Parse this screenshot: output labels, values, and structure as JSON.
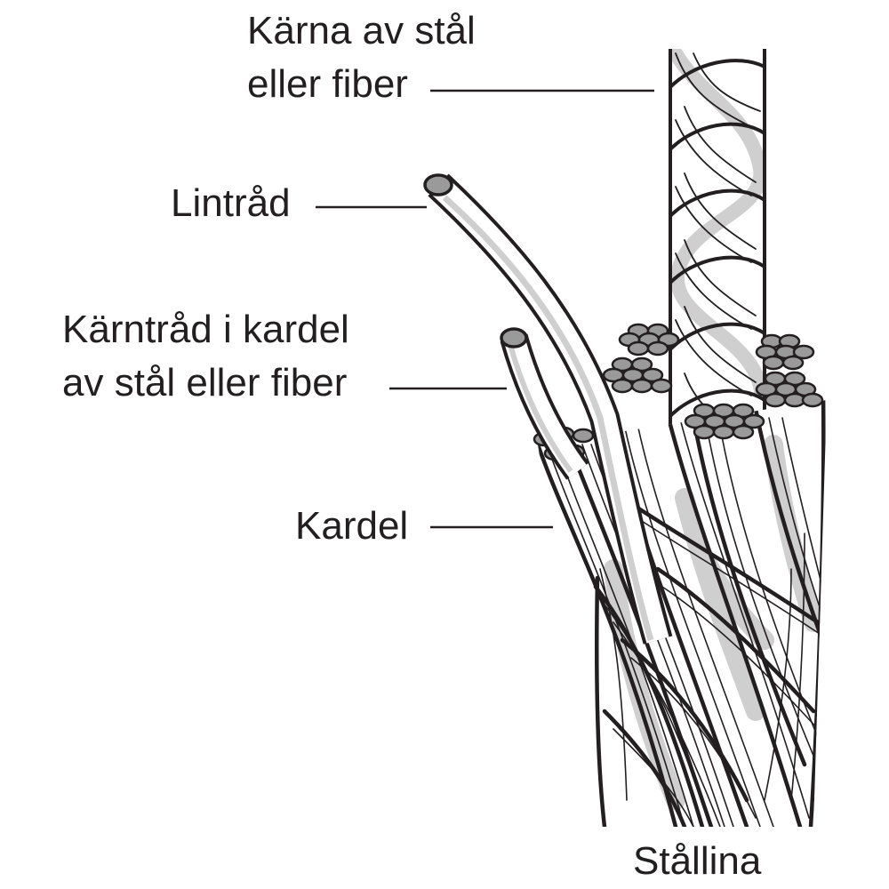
{
  "labels": {
    "core_line1": "Kärna av stål",
    "core_line2": "eller fiber",
    "wire": "Lintråd",
    "strand_core_line1": "Kärntråd i kardel",
    "strand_core_line2": "av stål eller fiber",
    "strand": "Kardel",
    "rope": "Stållina"
  },
  "colors": {
    "ink": "#231f20",
    "shade": "#cfcfcf",
    "paper": "#ffffff"
  }
}
